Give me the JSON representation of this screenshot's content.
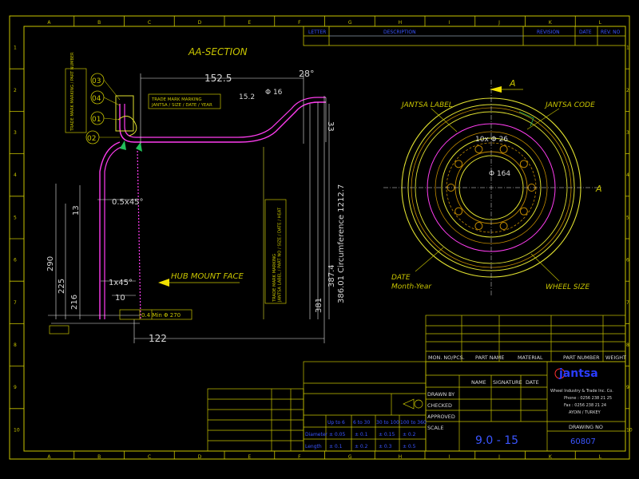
{
  "colors": {
    "background": "#000000",
    "frame": "#c8c400",
    "drawing_text": "#c8c400",
    "table_text": "#3a55ff",
    "hatch": "#ff3df0",
    "wheel_outline": "#e0e030",
    "wheel_circles": "#c08a00",
    "dimension": "#e8e8e8",
    "arrow": "#f0e000",
    "logo": "#2a3cff"
  },
  "border": {
    "columns": [
      "A",
      "B",
      "C",
      "D",
      "E",
      "F",
      "G",
      "H",
      "I",
      "J",
      "K",
      "L"
    ],
    "rows": [
      "1",
      "2",
      "3",
      "4",
      "5",
      "6",
      "7",
      "8",
      "9",
      "10"
    ]
  },
  "revision_table": {
    "headers": [
      "LETTER",
      "DESCRIPTION",
      "REVISION",
      "DATE",
      "REV. NO"
    ]
  },
  "section": {
    "title": "AA-SECTION",
    "balloons": [
      "03",
      "04",
      "01",
      "02"
    ],
    "dims": {
      "width_152": "152.5",
      "dim_28": "28°",
      "dim_33": "33",
      "dim_15": "15.2",
      "dim_16": "Φ 16",
      "chamfer_top": "0.5x45°",
      "chamfer_bottom": "1x45°",
      "dim_10": "10",
      "dim_122": "122",
      "dim_13": "13",
      "dia_290": "290",
      "dia_2225": "225",
      "dia_216": "216",
      "dia_387": "387.4",
      "dia_381": "381",
      "circumference": "386.01 Circumference 1212.7"
    },
    "notes": {
      "trade_marking_left": "TRADE MARK MARKING / PART NUMBER",
      "trade_marking_box": "TRADE MARK MARKING\nJANTSA / SIZE / DATE / YEAR",
      "trade_marking_vertical": "TRADE MARK MARKING\nJANTSA LABEL / PART NO / SIZE / DATE / HEAT",
      "hub_mount_face": "HUB MOUNT FACE",
      "runout_note": "0.4 Min Φ 270"
    }
  },
  "front_view": {
    "labels": {
      "section_mark_top": "A",
      "section_mark_right": "A",
      "jantsa_label": "JANTSA LABEL",
      "jantsa_code": "JANTSA CODE",
      "date": "DATE\nMonth-Year",
      "wheel_size": "WHEEL SIZE",
      "bolt_pattern": "10x Φ 26",
      "center_dim": "Φ 164"
    }
  },
  "title_block": {
    "parts_header": [
      "MON. NO/PCS.",
      "PART NAME",
      "MATERIAL",
      "PART NUMBER",
      "WEIGHT"
    ],
    "approval_rows": [
      "DRAWN BY",
      "CHECKED",
      "APPROVED",
      "SCALE"
    ],
    "name_header": "NAME",
    "signature_header": "SIGNATURE",
    "date_header": "DATE",
    "company": {
      "logo_text": "jantsa",
      "name": "Wheel Industry & Trade Inc. Co.",
      "phone": "Phone : 0256 238 21 25",
      "fax": "Fax : 0256 238 21 24",
      "city": "AYDIN / TURKEY"
    },
    "drawing_no_label": "DRAWING NO",
    "drawing_no": "60807",
    "wheel_size_value": "9.0 - 15"
  },
  "tolerance_table": {
    "headers": [
      "Up to 6",
      "6 to 30",
      "30 to 100",
      "100 to 360"
    ],
    "rows": [
      {
        "label": "Diameter",
        "values": [
          "± 0.05",
          "± 0.1",
          "± 0.15",
          "± 0.2"
        ]
      },
      {
        "label": "Length",
        "values": [
          "± 0.1",
          "± 0.2",
          "± 0.3",
          "± 0.5"
        ]
      }
    ]
  }
}
